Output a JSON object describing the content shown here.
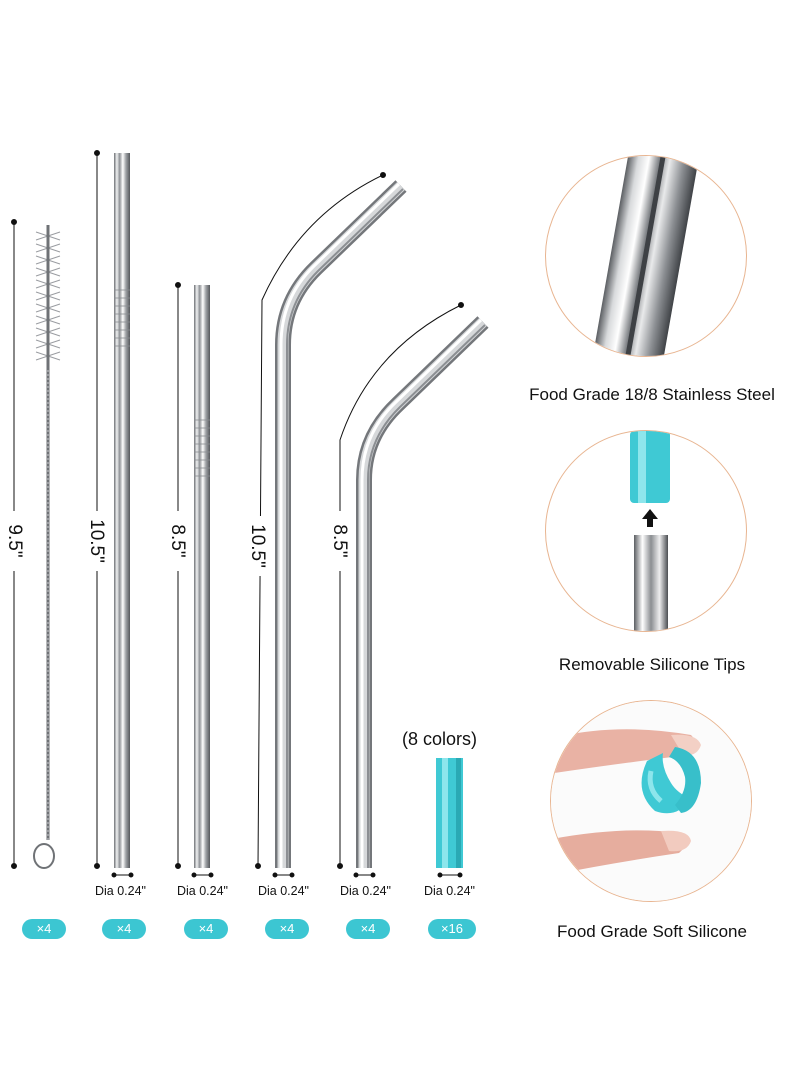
{
  "items": [
    {
      "name": "cleaning-brush",
      "length": "9.5\"",
      "quantity": "×4"
    },
    {
      "name": "straight-straw-long",
      "length": "10.5\"",
      "diameter": "Dia 0.24\"",
      "quantity": "×4"
    },
    {
      "name": "straight-straw-short",
      "length": "8.5\"",
      "diameter": "Dia 0.24\"",
      "quantity": "×4"
    },
    {
      "name": "bent-straw-long",
      "length": "10.5\"",
      "diameter": "Dia 0.24\"",
      "quantity": "×4"
    },
    {
      "name": "bent-straw-short",
      "length": "8.5\"",
      "diameter": "Dia 0.24\"",
      "quantity": "×4"
    },
    {
      "name": "silicone-tip",
      "note": "(8 colors)",
      "diameter": "Dia 0.24\"",
      "quantity": "×16"
    }
  ],
  "features": [
    {
      "caption": "Food Grade 18/8 Stainless Steel"
    },
    {
      "caption": "Removable Silicone Tips"
    },
    {
      "caption": "Food Grade Soft Silicone"
    }
  ],
  "colors": {
    "accent": "#3cc6d2",
    "circle_border": "#e8b591",
    "steel": "#b9bcc0"
  }
}
